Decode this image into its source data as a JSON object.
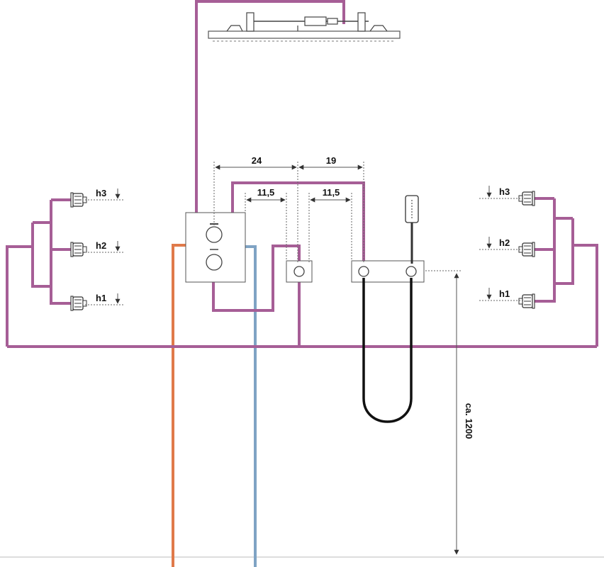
{
  "colors": {
    "mix_pipe": "#a65e96",
    "hot_pipe": "#e07a4a",
    "cold_pipe": "#7fa3c4",
    "hose": "#111111"
  },
  "dimensions": {
    "top_left": "24",
    "top_right": "19",
    "inner_left": "11,5",
    "inner_right": "11,5",
    "height": "ca. 1200"
  },
  "jets_left": [
    {
      "label": "h3"
    },
    {
      "label": "h2"
    },
    {
      "label": "h1"
    }
  ],
  "jets_right": [
    {
      "label": "h3"
    },
    {
      "label": "h2"
    },
    {
      "label": "h1"
    }
  ]
}
